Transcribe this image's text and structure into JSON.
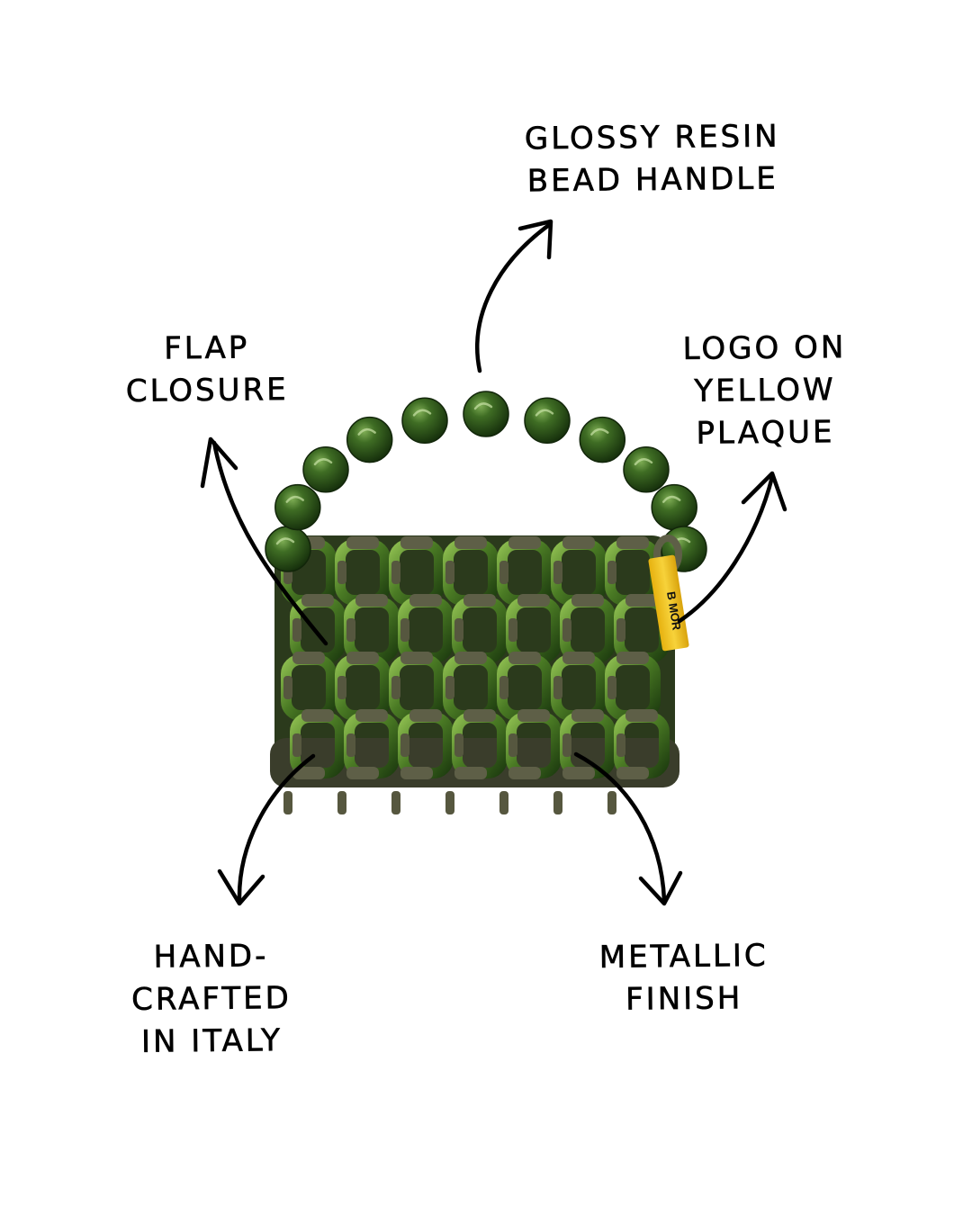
{
  "labels": {
    "handle": [
      "Glossy Resin",
      "Bead Handle"
    ],
    "flap": [
      "Flap",
      "Closure"
    ],
    "logo": [
      "Logo On",
      "Yellow",
      "Plaque"
    ],
    "italy": [
      "Hand-",
      "Crafted",
      "In Italy"
    ],
    "finish": [
      "Metallic",
      "Finish"
    ]
  },
  "brand": {
    "plaque_text": "B MOR"
  },
  "colors": {
    "background": "#ffffff",
    "ink": "#000000",
    "bead_green": "#2f5a1c",
    "link_green": "#4f7d2a",
    "spacer_olive": "#5e5f47",
    "plaque_yellow": "#f2c41a"
  }
}
